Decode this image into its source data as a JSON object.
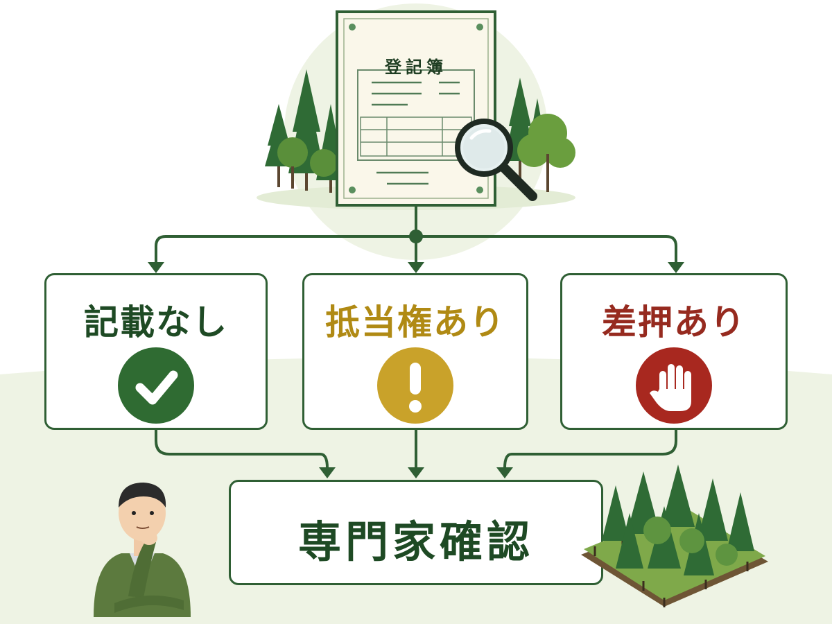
{
  "registry": {
    "title": "登記簿"
  },
  "outcomes": [
    {
      "label": "記載なし",
      "icon": "check-icon",
      "color": "#2f6b32"
    },
    {
      "label": "抵当権あり",
      "icon": "exclamation-icon",
      "color": "#c9a22a"
    },
    {
      "label": "差押あり",
      "icon": "stop-hand-icon",
      "color": "#a8281f"
    }
  ],
  "expert": {
    "label": "専門家確認"
  }
}
